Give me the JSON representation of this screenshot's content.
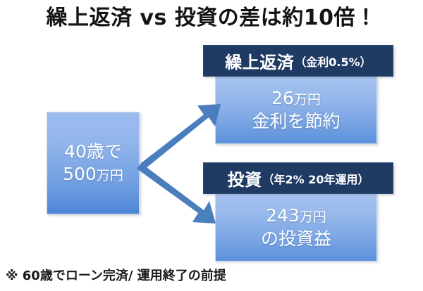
{
  "slide": {
    "title": "繰上返済 vs 投資の差は約10倍！",
    "footnote": "※ 60歳でローン完済/ 運用終了の前提",
    "background_color": "#ffffff",
    "title_color": "#141414"
  },
  "source": {
    "name": "initial-condition",
    "line1": "40歳で",
    "line2_amount": "500",
    "line2_unit": "万円",
    "box_gradient_top": "#9dbdef",
    "box_gradient_bottom": "#4c85d6",
    "text_color": "#ffffff"
  },
  "arrows": {
    "color": "#4b7ebd",
    "count": 2,
    "origin": "source-box",
    "targets": [
      "繰上返済",
      "投資"
    ]
  },
  "groups": [
    {
      "key": "prepayment",
      "header_main": "繰上返済",
      "header_note": "（金利0.5%）",
      "header_bg": "#1f3a63",
      "header_text_color": "#ffffff",
      "body_amount": "26",
      "body_unit": "万円",
      "body_line2": "金利を節約",
      "body_gradient_top": "#a6c3f0",
      "body_gradient_bottom": "#5a91db"
    },
    {
      "key": "investment",
      "header_main": "投資",
      "header_note": "（年2% 20年運用）",
      "header_bg": "#1f3a63",
      "header_text_color": "#ffffff",
      "body_amount": "243",
      "body_unit": "万円",
      "body_line2": "の投資益",
      "body_gradient_top": "#a6c3f0",
      "body_gradient_bottom": "#5a91db"
    }
  ],
  "chart_data": {
    "type": "diagram-comparison",
    "title": "繰上返済 vs 投資の差は約10倍！",
    "input": {
      "label": "40歳で500万円",
      "age": 40,
      "amount_man_yen": 500
    },
    "categories": [
      "繰上返済（金利0.5%）",
      "投資（年2% 20年運用）"
    ],
    "values": [
      26,
      243
    ],
    "unit": "万円",
    "ratio_stated": "約10倍",
    "assumptions": [
      "60歳でローン完済",
      "運用終了の前提"
    ],
    "note": "※ 60歳でローン完済/ 運用終了の前提"
  }
}
